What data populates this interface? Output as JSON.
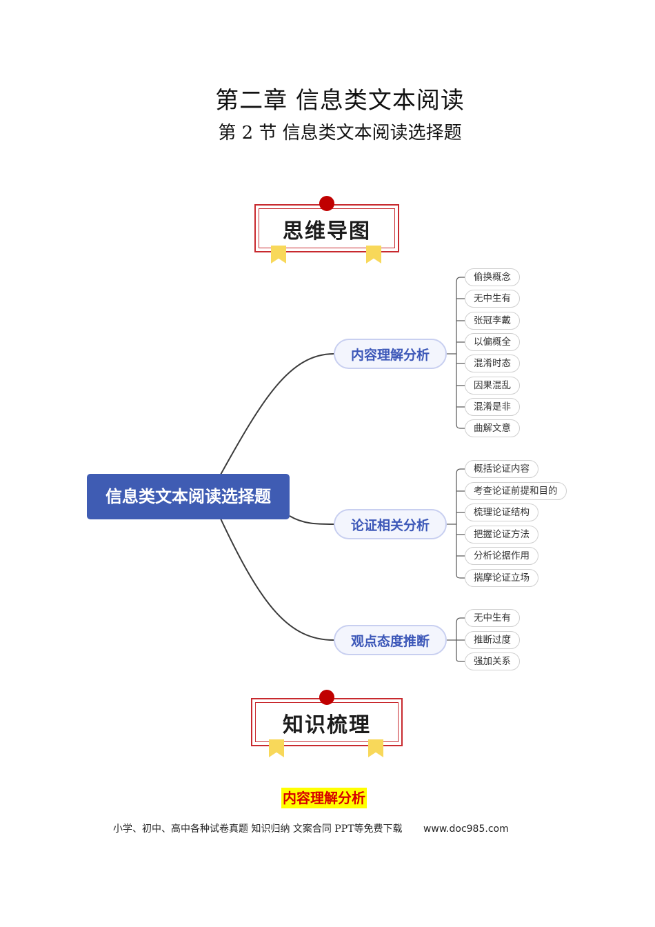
{
  "header": {
    "chapter_title": "第二章  信息类文本阅读",
    "section_title": "第 2 节  信息类文本阅读选择题"
  },
  "banners": {
    "mindmap": "思维导图",
    "knowledge": "知识梳理"
  },
  "mindmap": {
    "root": "信息类文本阅读选择题",
    "branches": [
      {
        "label": "内容理解分析",
        "leaves": [
          "偷换概念",
          "无中生有",
          "张冠李戴",
          "以偏概全",
          "混淆时态",
          "因果混乱",
          "混淆是非",
          "曲解文意"
        ]
      },
      {
        "label": "论证相关分析",
        "leaves": [
          "概括论证内容",
          "考查论证前提和目的",
          "梳理论证结构",
          "把握论证方法",
          "分析论据作用",
          "揣摩论证立场"
        ]
      },
      {
        "label": "观点态度推断",
        "leaves": [
          "无中生有",
          "推断过度",
          "强加关系"
        ]
      }
    ]
  },
  "section_heading": "内容理解分析",
  "footer": {
    "text": "小学、初中、高中各种试卷真题  知识归纳  文案合同  PPT等免费下载",
    "url": "www.doc985.com"
  },
  "colors": {
    "root_bg": "#3f5cb3",
    "branch_text": "#3c57b8",
    "banner_red": "#c8292e",
    "ribbon_yellow": "#f8d85a",
    "highlight": "#ffff00"
  }
}
